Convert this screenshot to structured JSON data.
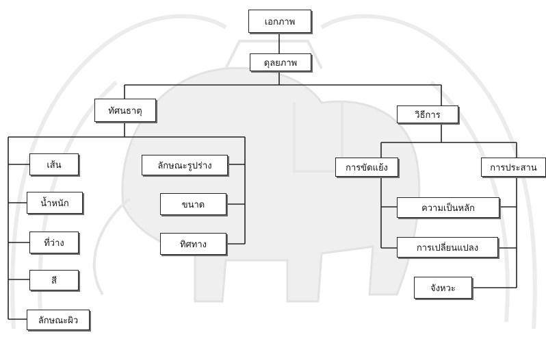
{
  "diagram": {
    "nodes": {
      "root": "เอกภาพ",
      "principles": "ดุลยภาพ",
      "elements": "ทัศนธาตุ",
      "methods": "วิธีการ",
      "line": "เส้น",
      "weight": "น้ำหนัก",
      "space": "ที่ว่าง",
      "color": "สี",
      "texture": "ลักษณะผิว",
      "shape_form": "ลักษณะรูปร่าง",
      "size": "ขนาด",
      "direction": "ทิศทาง",
      "contrast": "การขัดแย้ง",
      "harmony": "การประสาน",
      "dominance": "ความเป็นหลัก",
      "transition": "การเปลี่ยนแปลง",
      "rhythm": "จังหวะ"
    }
  }
}
